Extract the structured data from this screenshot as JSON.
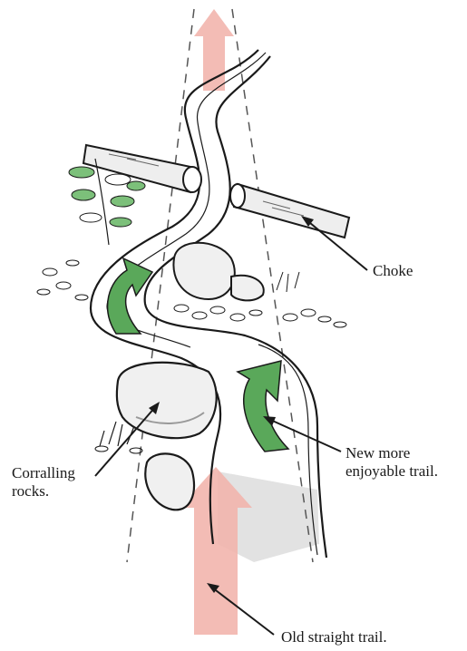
{
  "colors": {
    "old_trail_arrow": "#f2b5ad",
    "new_trail_arrow": "#5aa85a",
    "ink": "#1a1a1a",
    "rock_fill": "#f0f0f0",
    "shadow": "#d9d9d9",
    "leaf_green": "#7cc07a"
  },
  "icons": {
    "old_trail": "straight-up-arrow",
    "new_trail": "curved-arrow",
    "log": "log-icon",
    "rock": "rock-icon",
    "plant": "plant-icon"
  },
  "labels": {
    "choke": "Choke",
    "new_trail_line1": "New more",
    "new_trail_line2": "enjoyable trail.",
    "corralling_line1": "Corralling",
    "corralling_line2": "rocks.",
    "old_trail": "Old straight trail."
  }
}
